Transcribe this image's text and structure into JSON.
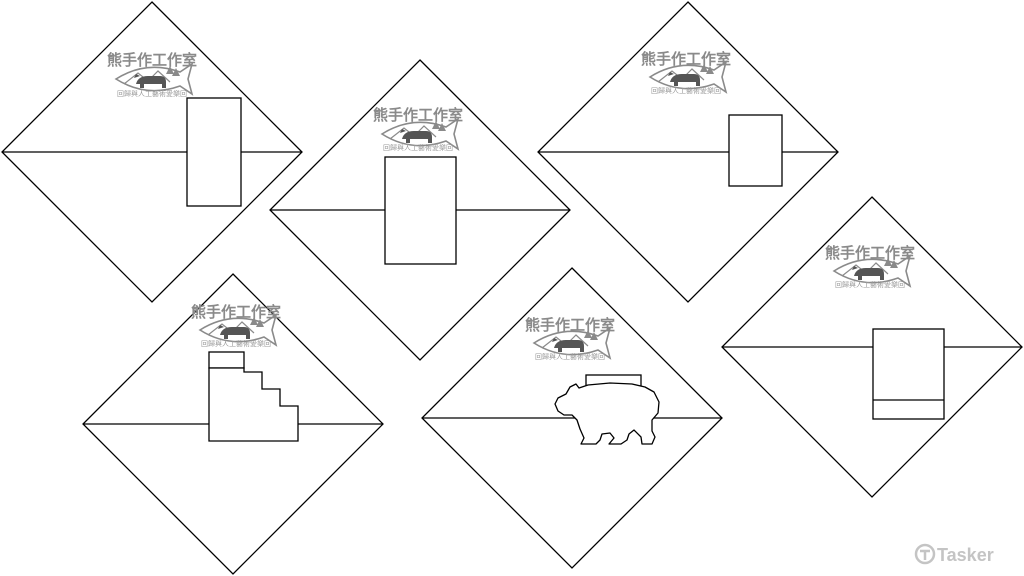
{
  "logo": {
    "title": "熊手作工作室",
    "subtitle": "回歸與人工藝術愛樂回"
  },
  "watermark": {
    "text": "Tasker"
  },
  "colors": {
    "line": "#000000",
    "logo": "#8a8a8a",
    "background": "#ffffff"
  },
  "panels": [
    {
      "id": "panel-1",
      "insert": "tall-rectangle"
    },
    {
      "id": "panel-2",
      "insert": "tall-rectangle"
    },
    {
      "id": "panel-3",
      "insert": "square"
    },
    {
      "id": "panel-4",
      "insert": "staircase"
    },
    {
      "id": "panel-5",
      "insert": "bear-silhouette"
    },
    {
      "id": "panel-6",
      "insert": "rectangle-with-band"
    }
  ]
}
